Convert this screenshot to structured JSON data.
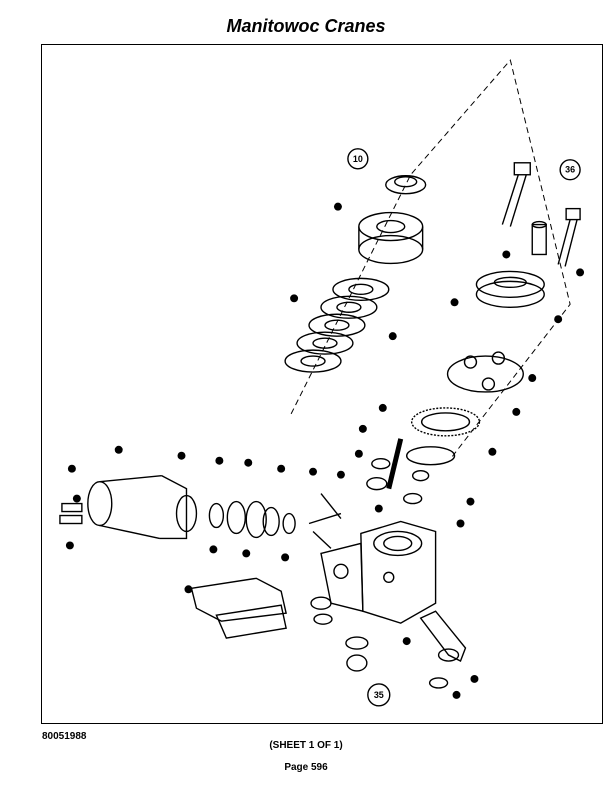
{
  "header": {
    "title": "Manitowoc Cranes"
  },
  "diagram": {
    "callouts": [
      {
        "label": "10"
      },
      {
        "label": "36"
      },
      {
        "label": "35"
      }
    ]
  },
  "footer": {
    "doc_number": "80051988",
    "sheet": "(SHEET 1 OF 1)",
    "page": "Page 596"
  }
}
